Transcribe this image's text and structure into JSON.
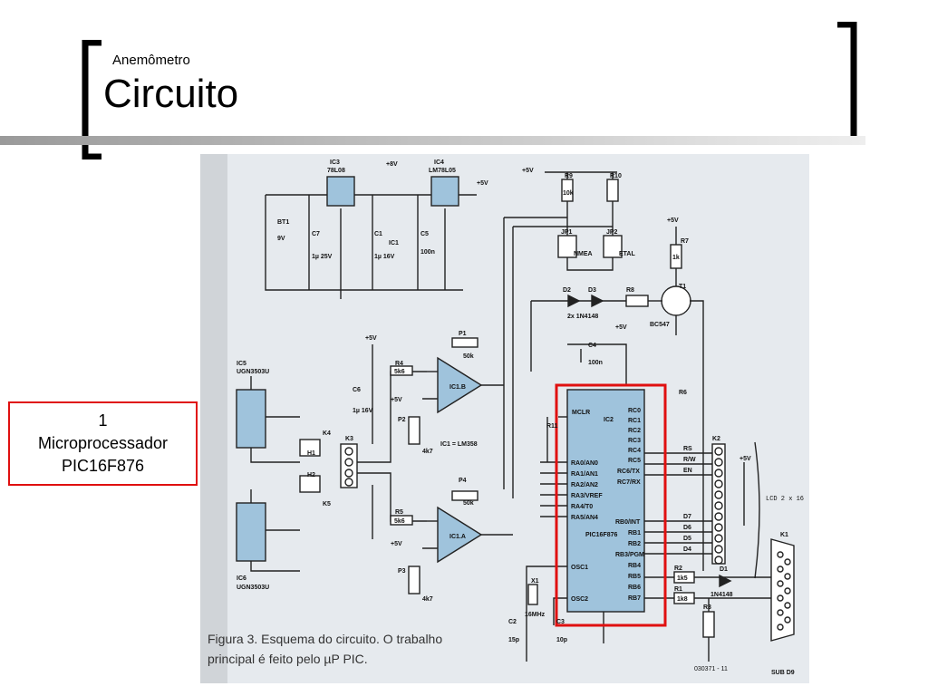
{
  "header": {
    "subtitle": "Anemômetro",
    "title": "Circuito"
  },
  "callout": {
    "line1": "1",
    "line2": "Microprocessador",
    "line3": "PIC16F876"
  },
  "schematic": {
    "caption_line1": "Figura 3. Esquema do circuito. O trabalho",
    "caption_line2": "principal é feito pelo µP PIC.",
    "code": "030371 - 11",
    "labels": {
      "ic3": "IC3",
      "ic3_part": "78L08",
      "ic4": "IC4",
      "ic4_part": "LM78L05",
      "v8": "+8V",
      "v5a": "+5V",
      "v5b": "+5V",
      "v5c": "+5V",
      "v5d": "+5V",
      "v5e": "+5V",
      "v5f": "+5V",
      "v5g": "+5V",
      "v5h": "+5V",
      "bt1": "BT1",
      "bt1_v": "9V",
      "c7": "C7",
      "c7_v": "1µ 25V",
      "c1": "C1",
      "c1_v": "1µ 16V",
      "c5": "C5",
      "c5_v": "100n",
      "ic1": "IC1",
      "r9": "R9",
      "r10": "R10",
      "r_10k": "10k",
      "jp1": "JP1",
      "jp1_t": "NMEA",
      "jp2": "JP2",
      "jp2_t": "ETAL",
      "d2": "D2",
      "d3": "D3",
      "diodes": "2x 1N4148",
      "r8": "R8",
      "t1": "T1",
      "bc547": "BC547",
      "r7": "R7",
      "r7_v": "1k",
      "c4": "C4",
      "c4_v": "100n",
      "ic5": "IC5",
      "ic5_p": "UGN3503U",
      "ic6": "IC6",
      "ic6_p": "UGN3503U",
      "c6": "C6",
      "c6_v": "1µ 16V",
      "r4": "R4",
      "r_5k6": "5k6",
      "r5": "R5",
      "p1": "P1",
      "p_50k": "50k",
      "p4": "P4",
      "p2": "P2",
      "p3": "P3",
      "p_4k7": "4k7",
      "ic1b": "IC1.B",
      "ic1a": "IC1.A",
      "ic1_lm": "IC1 = LM358",
      "k4": "K4",
      "k5": "K5",
      "k3": "K3",
      "h1": "H1",
      "h2": "H2",
      "ic2": "IC2",
      "pic": "PIC16F876",
      "mclr": "MCLR",
      "ra": [
        "RA0/AN0",
        "RA1/AN1",
        "RA2/AN2",
        "RA3/VREF",
        "RA4/T0",
        "RA5/AN4"
      ],
      "rc": [
        "RC0",
        "RC1",
        "RC2",
        "RC3",
        "RC4",
        "RC5",
        "RC6/TX",
        "RC7/RX"
      ],
      "rb": [
        "RB0/INT",
        "RB1",
        "RB2",
        "RB3/PGM",
        "RB4",
        "RB5",
        "RB6",
        "RB7"
      ],
      "osc1": "OSC1",
      "osc2": "OSC2",
      "k2": "K2",
      "lcd": "LCD 2 x 16",
      "rs": "RS",
      "rw": "R/W",
      "en": "EN",
      "d7": "D7",
      "d6": "D6",
      "d5": "D5",
      "d4": "D4",
      "r6": "R6",
      "r11": "R11",
      "x1": "X1",
      "x1_v": "16MHz",
      "c2": "C2",
      "c2_v": "15p",
      "c3": "C3",
      "c3_v": "10p",
      "r1": "R1",
      "r2": "R2",
      "r3": "R3",
      "r_1k8": "1k8",
      "r_1k5": "1k5",
      "d1": "D1",
      "d1_p": "1N4148",
      "k1": "K1",
      "subd9": "SUB D9"
    }
  }
}
